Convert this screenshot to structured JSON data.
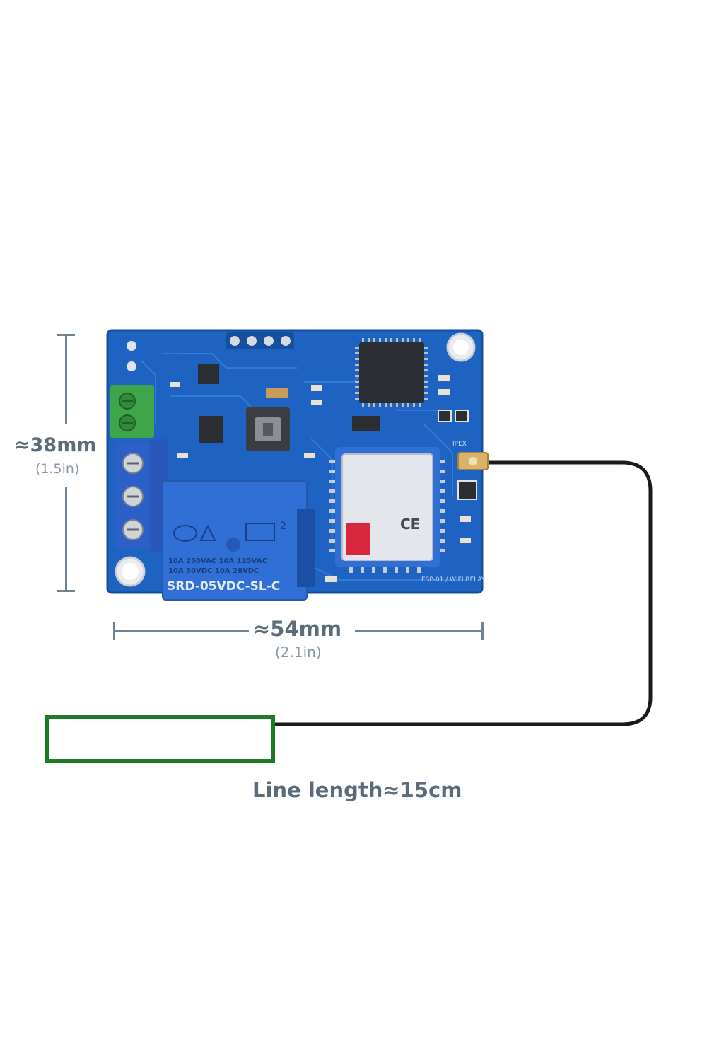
{
  "dimensions": {
    "height": {
      "label": "≈38mm",
      "sub": "(1.5in)"
    },
    "width": {
      "label": "≈54mm",
      "sub": "(2.1in)"
    },
    "line": {
      "label": "Line length≈15cm"
    }
  },
  "board": {
    "relay_lines": [
      "10A 250VAC  10A 125VAC",
      "10A  30VDC  10A  28VDC"
    ],
    "relay_model": "SRD-05VDC-SL-C",
    "relay_mark": "2",
    "board_text": "ESP-01 / WIFI RELAY",
    "antenna_label": "IPEX"
  },
  "colors": {
    "pcb": "#1e63c2",
    "pcb_dark": "#154d9e",
    "relay": "#2f6fd6",
    "terminal_blue": "#2c5fc8",
    "terminal_green": "#3fa54a",
    "wire": "#1a1a1a",
    "antenna_border": "#1f7a28",
    "dim_lines": "#6f8294"
  }
}
